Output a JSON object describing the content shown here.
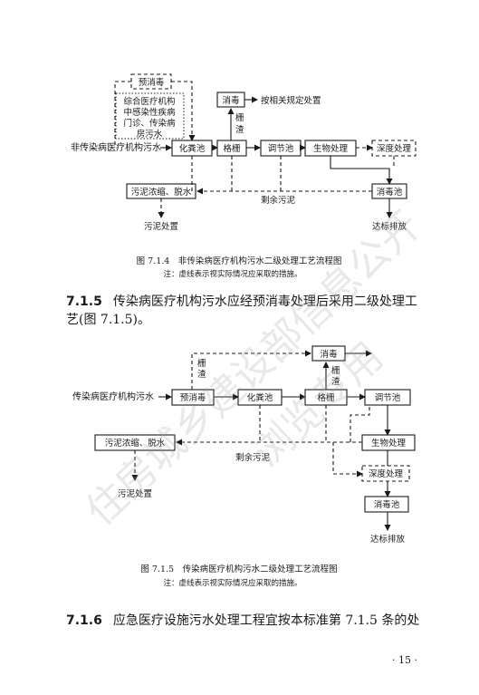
{
  "fig1": {
    "nodes": {
      "pre_disinfect": "预消毒",
      "hospital_note": [
        "综合医疗机构",
        "中感染性疾病",
        "门诊、传染病",
        "房污水"
      ],
      "disinfect_top": "消毒",
      "dispose_note": "按相关规定处置",
      "screen_residue": [
        "栅",
        "渣"
      ],
      "source": "非传染病医疗机构污水",
      "septic_tank": "化粪池",
      "grille": "格栅",
      "regulating_tank": "调节池",
      "bio_treatment": "生物处理",
      "advanced_treatment": "深度处理",
      "sludge_thicken": "污泥浓缩、脱水",
      "surplus_sludge": "剩余污泥",
      "disinfect_tank": "消毒池",
      "sludge_disposal": "污泥处置",
      "discharge": "达标排放"
    },
    "caption": "图 7.1.4　非传染病医疗机构污水二级处理工艺流程图",
    "note": "注：虚线表示视实际情况应采取的措施。"
  },
  "para1": {
    "num": "7.1.5",
    "line1": "传染病医疗机构污水应经预消毒处理后采用二级处理工",
    "line2": "艺(图 7.1.5)。"
  },
  "fig2": {
    "nodes": {
      "disinfect_top": "消毒",
      "screen_residue": [
        "栅",
        "渣"
      ],
      "screen_residue2": [
        "栅",
        "渣"
      ],
      "source": "传染病医疗机构污水",
      "pre_disinfect": "预消毒",
      "septic_tank": "化粪池",
      "grille": "格栅",
      "regulating_tank": "调节池",
      "sludge_thicken": "污泥浓缩、脱水",
      "bio_treatment": "生物处理",
      "surplus_sludge": "剩余污泥",
      "advanced_treatment": "深度处理",
      "disinfect_tank": "消毒池",
      "sludge_disposal": "污泥处置",
      "discharge": "达标排放"
    },
    "caption": "图 7.1.5　传染病医疗机构污水二级处理工艺流程图",
    "note": "注：虚线表示视实际情况应采取的措施。"
  },
  "para2": {
    "num": "7.1.6",
    "line1": "应急医疗设施污水处理工程宜按本标准第 7.1.5 条的处"
  },
  "page_number": "· 15 ·",
  "watermark": [
    "住房城乡建设部信息公开",
    "浏览专用"
  ]
}
